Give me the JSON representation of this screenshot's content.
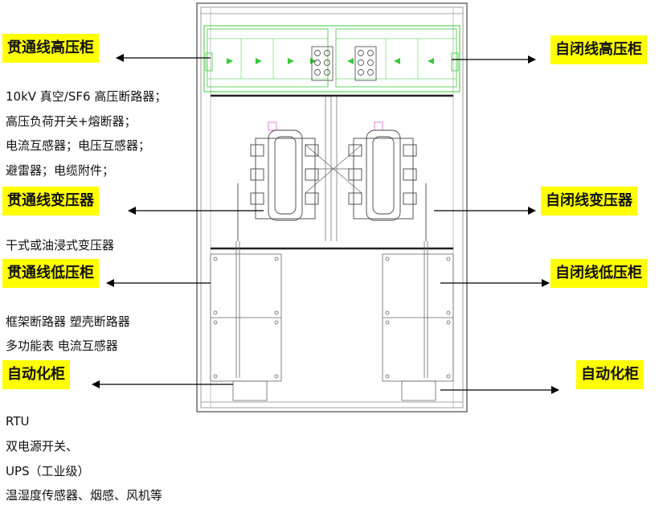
{
  "labels": {
    "left_hv": "贯通线高压柜",
    "right_hv": "自闭线高压柜",
    "left_tx": "贯通线变压器",
    "right_tx": "自闭线变压器",
    "left_lv": "贯通线低压柜",
    "right_lv": "自闭线低压柜",
    "left_auto": "自动化柜",
    "right_auto": "自动化柜"
  },
  "descriptions": {
    "hv": [
      "10kV 真空/SF6 高压断路器；",
      "高压负荷开关+熔断器；",
      "电流互感器；电压互感器；",
      "避雷器；电缆附件；"
    ],
    "tx": [
      "干式或油浸式变压器"
    ],
    "lv": [
      "框架断路器 塑壳断路器",
      "多功能表 电流互感器"
    ],
    "auto": [
      "RTU",
      "双电源开关、",
      "UPS（工业级）",
      "温湿度传感器、烟感、风机等"
    ]
  },
  "colors": {
    "highlight": "#ffff00",
    "hv_outline": "#3cc83c",
    "tx_accent": "#e070e0",
    "line": "#555555"
  }
}
